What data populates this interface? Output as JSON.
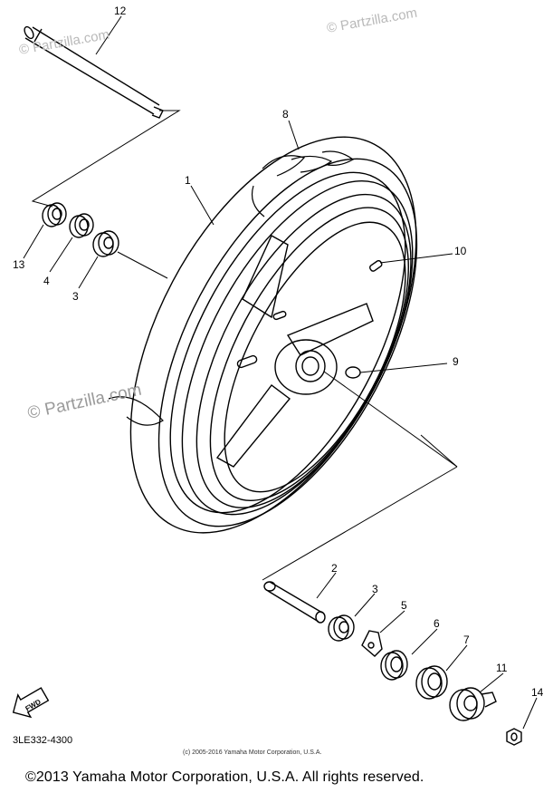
{
  "diagram": {
    "watermark": "© Partzilla.com",
    "callouts": [
      {
        "id": "12",
        "label": "12"
      },
      {
        "id": "8",
        "label": "8"
      },
      {
        "id": "1",
        "label": "1"
      },
      {
        "id": "10",
        "label": "10"
      },
      {
        "id": "9",
        "label": "9"
      },
      {
        "id": "13",
        "label": "13"
      },
      {
        "id": "4",
        "label": "4"
      },
      {
        "id": "3a",
        "label": "3"
      },
      {
        "id": "2",
        "label": "2"
      },
      {
        "id": "3b",
        "label": "3"
      },
      {
        "id": "5",
        "label": "5"
      },
      {
        "id": "6",
        "label": "6"
      },
      {
        "id": "7",
        "label": "7"
      },
      {
        "id": "11",
        "label": "11"
      },
      {
        "id": "14",
        "label": "14"
      }
    ],
    "fwd_label": "FWD",
    "part_code": "3LE332-4300",
    "small_copyright": "(c) 2005-2016 Yamaha Motor Corporation, U.S.A."
  },
  "footer": {
    "copyright": "©2013 Yamaha Motor Corporation, U.S.A. All rights reserved."
  }
}
